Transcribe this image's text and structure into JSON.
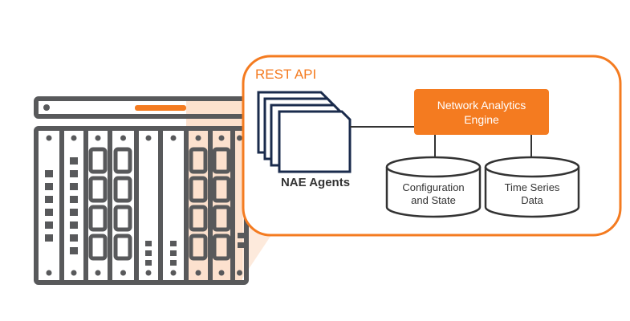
{
  "diagram": {
    "title": "REST API",
    "agents_label": "NAE Agents",
    "engine": {
      "line1": "Network Analytics",
      "line2": "Engine"
    },
    "stores": [
      {
        "line1": "Configuration",
        "line2": "and State"
      },
      {
        "line1": "Time Series",
        "line2": "Data"
      }
    ]
  },
  "colors": {
    "accent": "#f47b20",
    "highlight": "#fbdcc5",
    "chassis": "#58595b",
    "agent_stroke": "#1a2b4c",
    "text": "#333333"
  },
  "icons": [
    "network-switch-chassis-icon",
    "agent-documents-icon",
    "database-cylinder-icon"
  ]
}
